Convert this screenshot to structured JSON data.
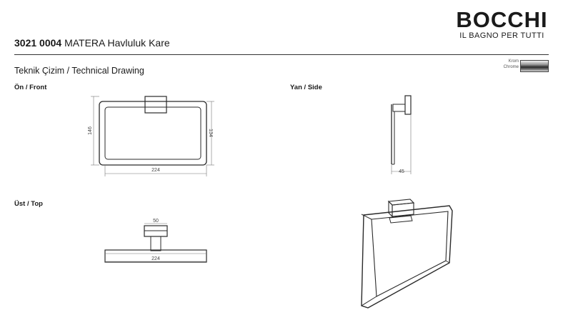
{
  "brand": {
    "name": "BOCCHI",
    "tagline": "IL BAGNO PER TUTTI"
  },
  "product": {
    "code": "3021 0004",
    "name": "MATERA Havluluk Kare"
  },
  "subtitle": "Teknik Çizim / Technical Drawing",
  "finish": {
    "label_tr": "Krom",
    "label_en": "Chrome",
    "color": "#6e6e6e"
  },
  "views": {
    "front": {
      "label": "Ön / Front",
      "dims": {
        "width": "224",
        "height_outer": "146",
        "height_inner": "134"
      }
    },
    "side": {
      "label": "Yan / Side",
      "dims": {
        "depth": "45"
      }
    },
    "top": {
      "label": "Üst / Top",
      "dims": {
        "mount": "50",
        "width": "224"
      }
    }
  }
}
